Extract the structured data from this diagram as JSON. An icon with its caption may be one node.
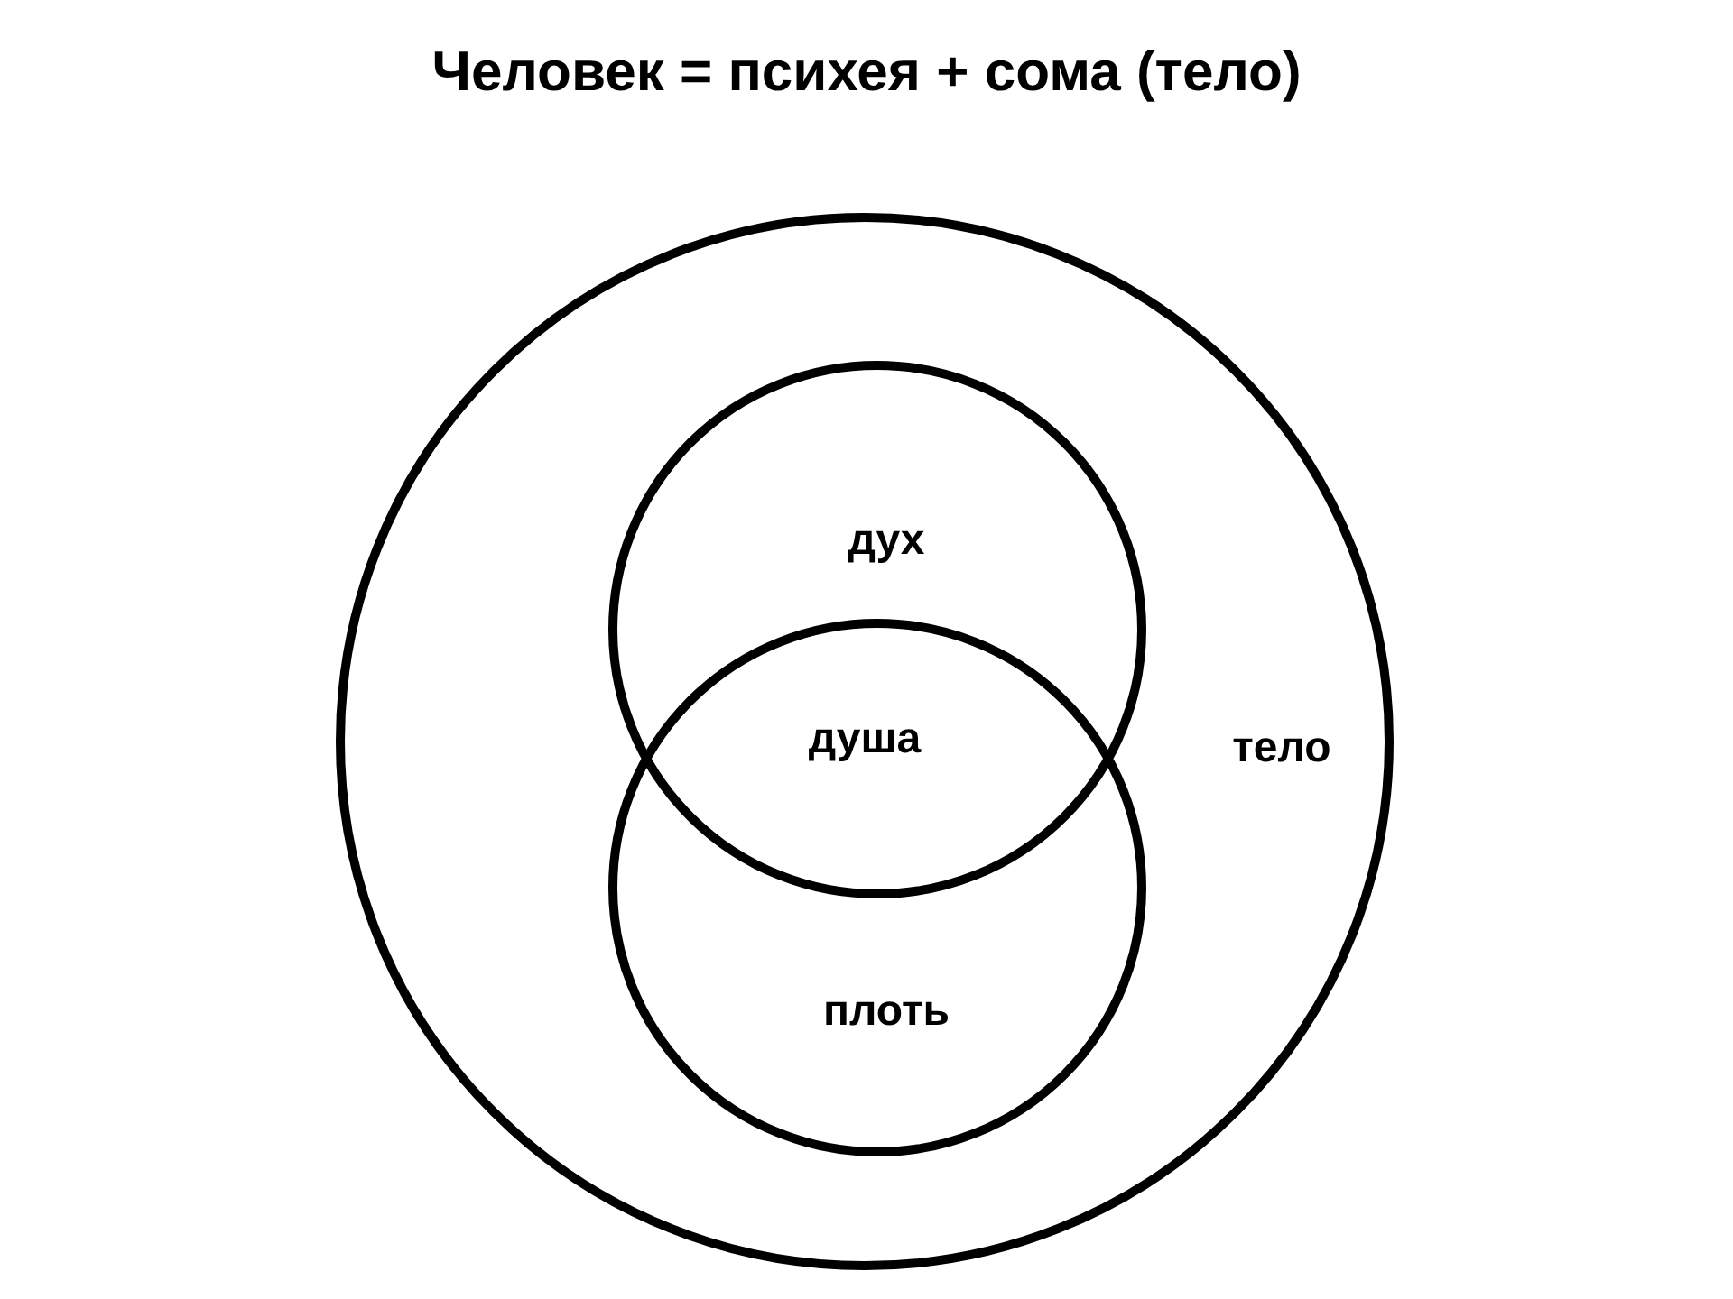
{
  "diagram": {
    "title": "Человек = психея + сома (тело)",
    "nodes": [
      {
        "text": [
          "тело"
        ]
      },
      {
        "text": [
          "дух"
        ],
        "in": 0
      },
      {
        "text": [
          "плоть"
        ],
        "in": 0
      }
    ],
    "labels": [
      "душа"
    ]
  }
}
